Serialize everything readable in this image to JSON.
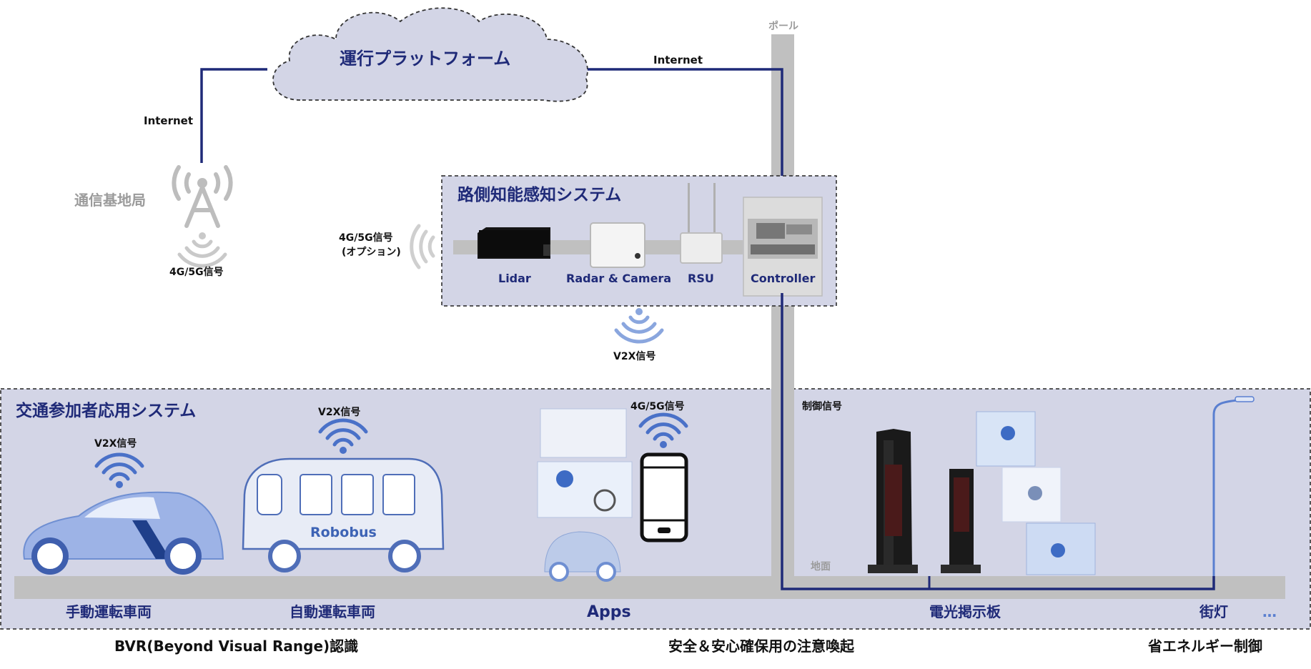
{
  "cloud": {
    "label": "運行プラットフォーム"
  },
  "internet": {
    "left": "Internet",
    "top": "Internet"
  },
  "pole": {
    "label": "ポール",
    "ground": "地面"
  },
  "base_station": {
    "label": "通信基地局",
    "signal": "4G/5G信号"
  },
  "roadside": {
    "title": "路側知能感知システム",
    "optional_signal_line1": "4G/5G信号",
    "optional_signal_line2": "(オプション)",
    "devices": [
      "Lidar",
      "Radar & Camera",
      "RSU",
      "Controller"
    ],
    "v2x": "V2X信号"
  },
  "traffic": {
    "title": "交通参加者応用システム",
    "control_signal": "制御信号",
    "car": {
      "signal": "V2X信号",
      "label": "手動運転車両"
    },
    "bus": {
      "signal": "V2X信号",
      "name": "Robobus",
      "label": "自動運転車両"
    },
    "apps": {
      "signal": "4G/5G信号",
      "label": "Apps"
    },
    "sign": {
      "label": "電光掲示板"
    },
    "lamp": {
      "label": "街灯",
      "more": "…"
    }
  },
  "bottom": {
    "left": "BVR(Beyond Visual Range)認識",
    "center": "安全＆安心確保用の注意喚起",
    "right": "省エネルギー制御"
  },
  "colors": {
    "navy": "#1f2a78",
    "box_fill": "#d3d5e6",
    "pole": "#c0c0c0",
    "wifi": "#5a7fd0"
  }
}
